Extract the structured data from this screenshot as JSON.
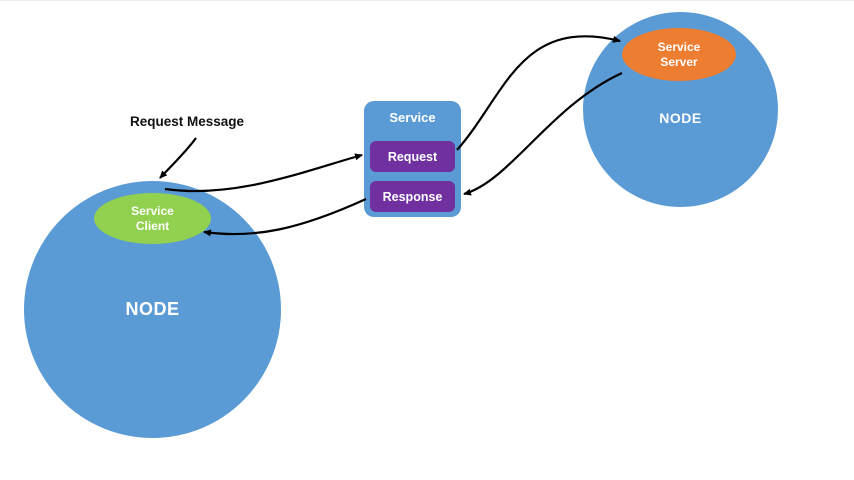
{
  "diagram": {
    "annotation": {
      "request_message_label": "Request Message"
    },
    "client_node": {
      "label": "NODE",
      "service_client": {
        "line1": "Service",
        "line2": "Client"
      }
    },
    "server_node": {
      "label": "NODE",
      "service_server": {
        "line1": "Service",
        "line2": "Server"
      }
    },
    "service_box": {
      "title": "Service",
      "request_label": "Request",
      "response_label": "Response"
    },
    "arrows": [
      {
        "name": "request-message-pointer-arrow"
      },
      {
        "name": "client-to-request-arrow"
      },
      {
        "name": "request-to-server-arrow"
      },
      {
        "name": "server-to-response-arrow"
      },
      {
        "name": "response-to-client-arrow"
      }
    ],
    "colors": {
      "node_blue": "#5b9bd5",
      "service_client_green": "#92d050",
      "service_server_orange": "#ed7d31",
      "request_response_purple": "#7030a0",
      "arrow_black": "#000000",
      "background": "#ffffff",
      "text_white": "#ffffff",
      "label_black": "#111111"
    }
  }
}
